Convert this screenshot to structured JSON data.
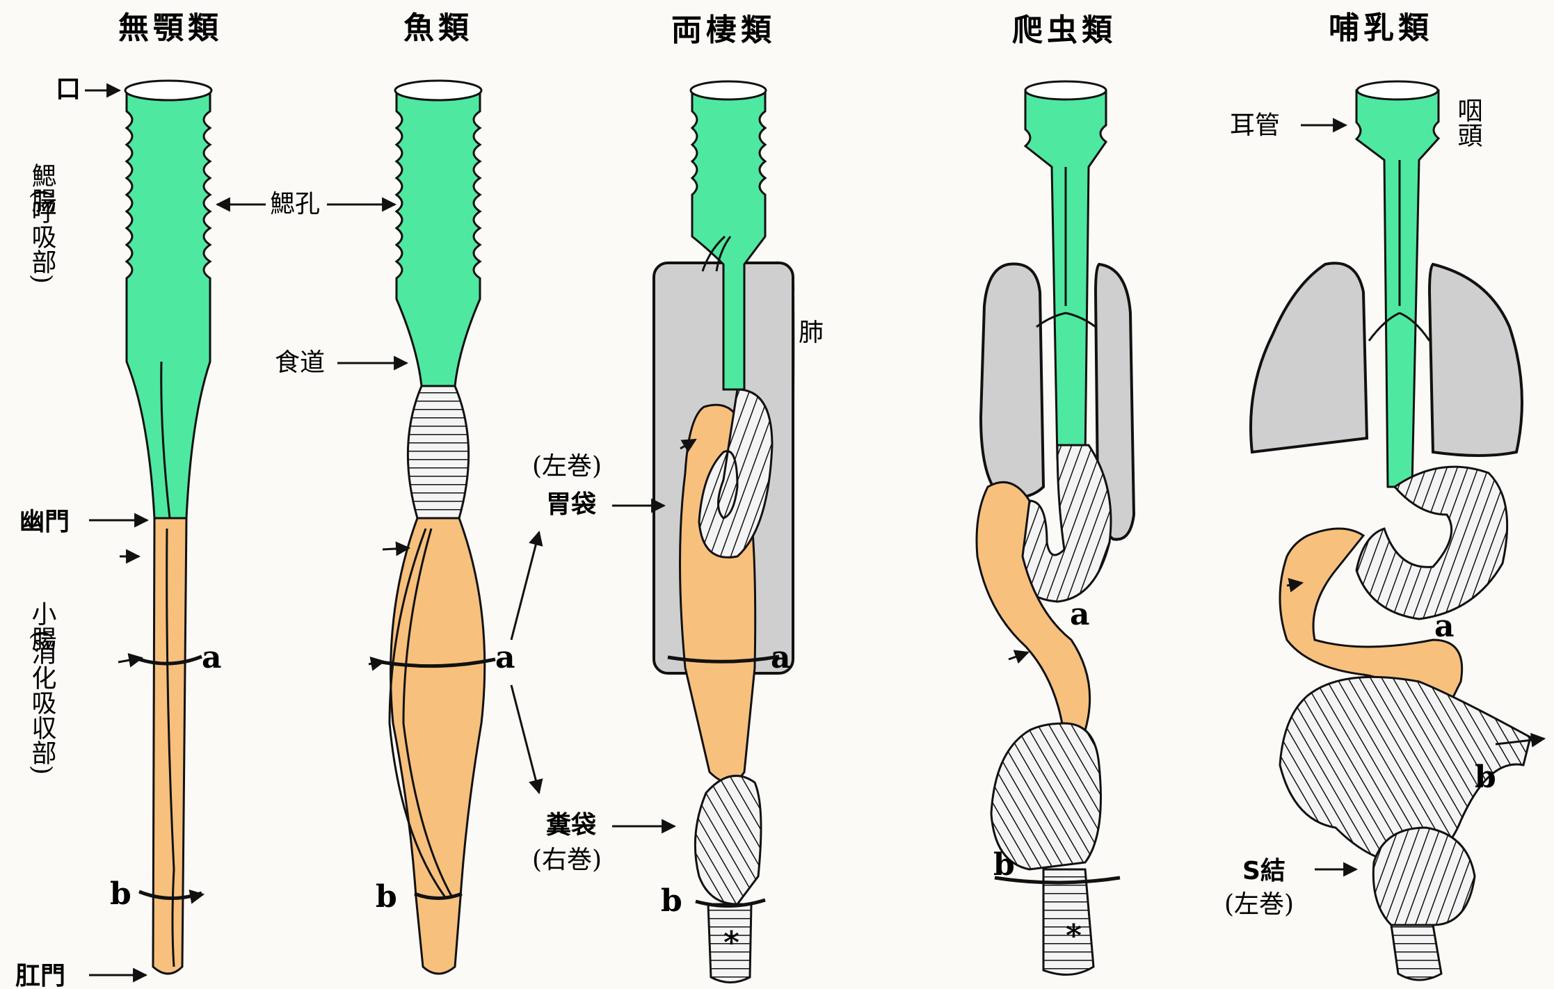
{
  "columns": [
    {
      "id": "agnatha",
      "title": "無顎類"
    },
    {
      "id": "fish",
      "title": "魚類"
    },
    {
      "id": "amphibian",
      "title": "両棲類"
    },
    {
      "id": "reptile",
      "title": "爬虫類"
    },
    {
      "id": "mammal",
      "title": "哺乳類"
    }
  ],
  "labels": {
    "mouth": "口",
    "gill_gut_main": "鰓腸",
    "gill_gut_sub": "(呼吸部)",
    "gill_pores": "鰓孔",
    "esophagus": "食道",
    "pylorus": "幽門",
    "small_intestine_main": "小腸",
    "small_intestine_sub": "(消化吸収部)",
    "anus": "肛門",
    "lung": "肺",
    "stomach_turn": "(左巻)",
    "stomach": "胃袋",
    "feces_sac": "糞袋",
    "feces_turn": "(右巻)",
    "eustachian_tube": "耳管",
    "pharynx": "咽頭",
    "s_knot": "S結",
    "s_knot_turn": "(左巻)"
  },
  "markers": {
    "a": "a",
    "b": "b",
    "star": "*"
  },
  "colors": {
    "gill_region": "#4fe8a0",
    "intestine": "#f7c07d",
    "lung": "#cfcfcf",
    "coil": "#f2f2f2",
    "outline": "#111111"
  }
}
